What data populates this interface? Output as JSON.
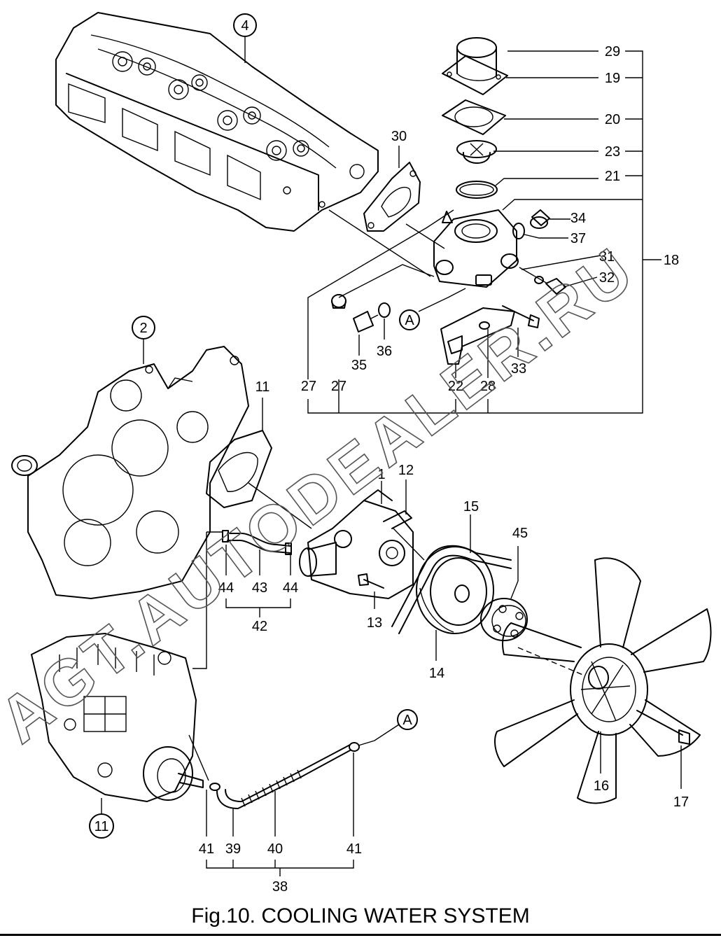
{
  "figure": {
    "caption": "Fig.10.  COOLING WATER SYSTEM",
    "watermark": "AGT.AUTODEALER.RU"
  },
  "assembly_labels": [
    {
      "id": "head",
      "text": "4"
    },
    {
      "id": "gearcase",
      "text": "2"
    },
    {
      "id": "pump",
      "text": "11"
    },
    {
      "id": "flag-top",
      "text": "A"
    },
    {
      "id": "flag-bottom",
      "text": "A"
    }
  ],
  "callouts": [
    {
      "id": "c29",
      "text": "29"
    },
    {
      "id": "c19",
      "text": "19"
    },
    {
      "id": "c20",
      "text": "20"
    },
    {
      "id": "c23",
      "text": "23"
    },
    {
      "id": "c21",
      "text": "21"
    },
    {
      "id": "c34",
      "text": "34"
    },
    {
      "id": "c37",
      "text": "37"
    },
    {
      "id": "c31",
      "text": "31"
    },
    {
      "id": "c32",
      "text": "32"
    },
    {
      "id": "c18",
      "text": "18"
    },
    {
      "id": "c30",
      "text": "30"
    },
    {
      "id": "c35",
      "text": "35"
    },
    {
      "id": "c36",
      "text": "36"
    },
    {
      "id": "c33",
      "text": "33"
    },
    {
      "id": "c27a",
      "text": "27"
    },
    {
      "id": "c27b",
      "text": "27"
    },
    {
      "id": "c22",
      "text": "22"
    },
    {
      "id": "c28",
      "text": "28"
    },
    {
      "id": "c11",
      "text": "11"
    },
    {
      "id": "c1",
      "text": "1"
    },
    {
      "id": "c12",
      "text": "12"
    },
    {
      "id": "c15",
      "text": "15"
    },
    {
      "id": "c45",
      "text": "45"
    },
    {
      "id": "c44a",
      "text": "44"
    },
    {
      "id": "c43",
      "text": "43"
    },
    {
      "id": "c44b",
      "text": "44"
    },
    {
      "id": "c42",
      "text": "42"
    },
    {
      "id": "c13",
      "text": "13"
    },
    {
      "id": "c14",
      "text": "14"
    },
    {
      "id": "c16",
      "text": "16"
    },
    {
      "id": "c17",
      "text": "17"
    },
    {
      "id": "c41a",
      "text": "41"
    },
    {
      "id": "c39",
      "text": "39"
    },
    {
      "id": "c40",
      "text": "40"
    },
    {
      "id": "c41b",
      "text": "41"
    },
    {
      "id": "c38",
      "text": "38"
    }
  ]
}
